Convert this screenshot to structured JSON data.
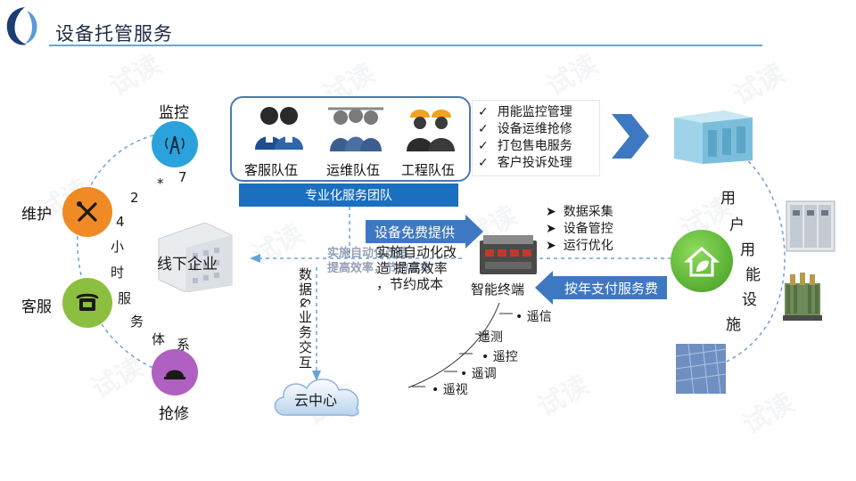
{
  "header": {
    "title": "设备托管服务"
  },
  "left_ring": {
    "monitor": "监控",
    "maintain": "维护",
    "service": "客服",
    "repair": "抢修",
    "ring_chars": [
      "7",
      "*",
      "2",
      "4",
      "小",
      "时",
      "服",
      "务",
      "体",
      "系"
    ]
  },
  "offline": {
    "label": "线下企业"
  },
  "teams": {
    "items": [
      {
        "label": "客服队伍",
        "icon": "support-team-icon"
      },
      {
        "label": "运维队伍",
        "icon": "maintenance-team-icon"
      },
      {
        "label": "工程队伍",
        "icon": "engineering-team-icon"
      }
    ],
    "bar_label": "专业化服务团队"
  },
  "checklist": [
    "用能监控管理",
    "设备运维抢修",
    "打包售电服务",
    "客户投诉处理"
  ],
  "free_equipment": {
    "label": "设备免费提供",
    "lines": [
      "实施自动化改",
      "造 提高效率",
      "，节约成本"
    ],
    "overlay_lines": [
      "实施自动化改造",
      "提高效率，节约成本"
    ]
  },
  "terminal": {
    "label": "智能终端",
    "functions": [
      "数据采集",
      "设备管控",
      "运行优化"
    ]
  },
  "annual_fee": {
    "label": "按年支付服务费"
  },
  "data_flow": {
    "label": "数据&业务交互"
  },
  "cloud": {
    "label": "云中心"
  },
  "remote": [
    "遥信",
    "遥测",
    "遥控",
    "遥调",
    "遥视"
  ],
  "user_side": {
    "chars": [
      "用",
      "户",
      "用",
      "能",
      "设",
      "施"
    ]
  },
  "watermark": "试读",
  "colors": {
    "accent_blue": "#3f78c2",
    "team_bar": "#1a6fbf",
    "monitor_node": "#2aa3dc",
    "maintain_node": "#f08a24",
    "service_node": "#8cbf3f",
    "repair_node": "#b060c0",
    "green_icon": "#4aa829"
  }
}
